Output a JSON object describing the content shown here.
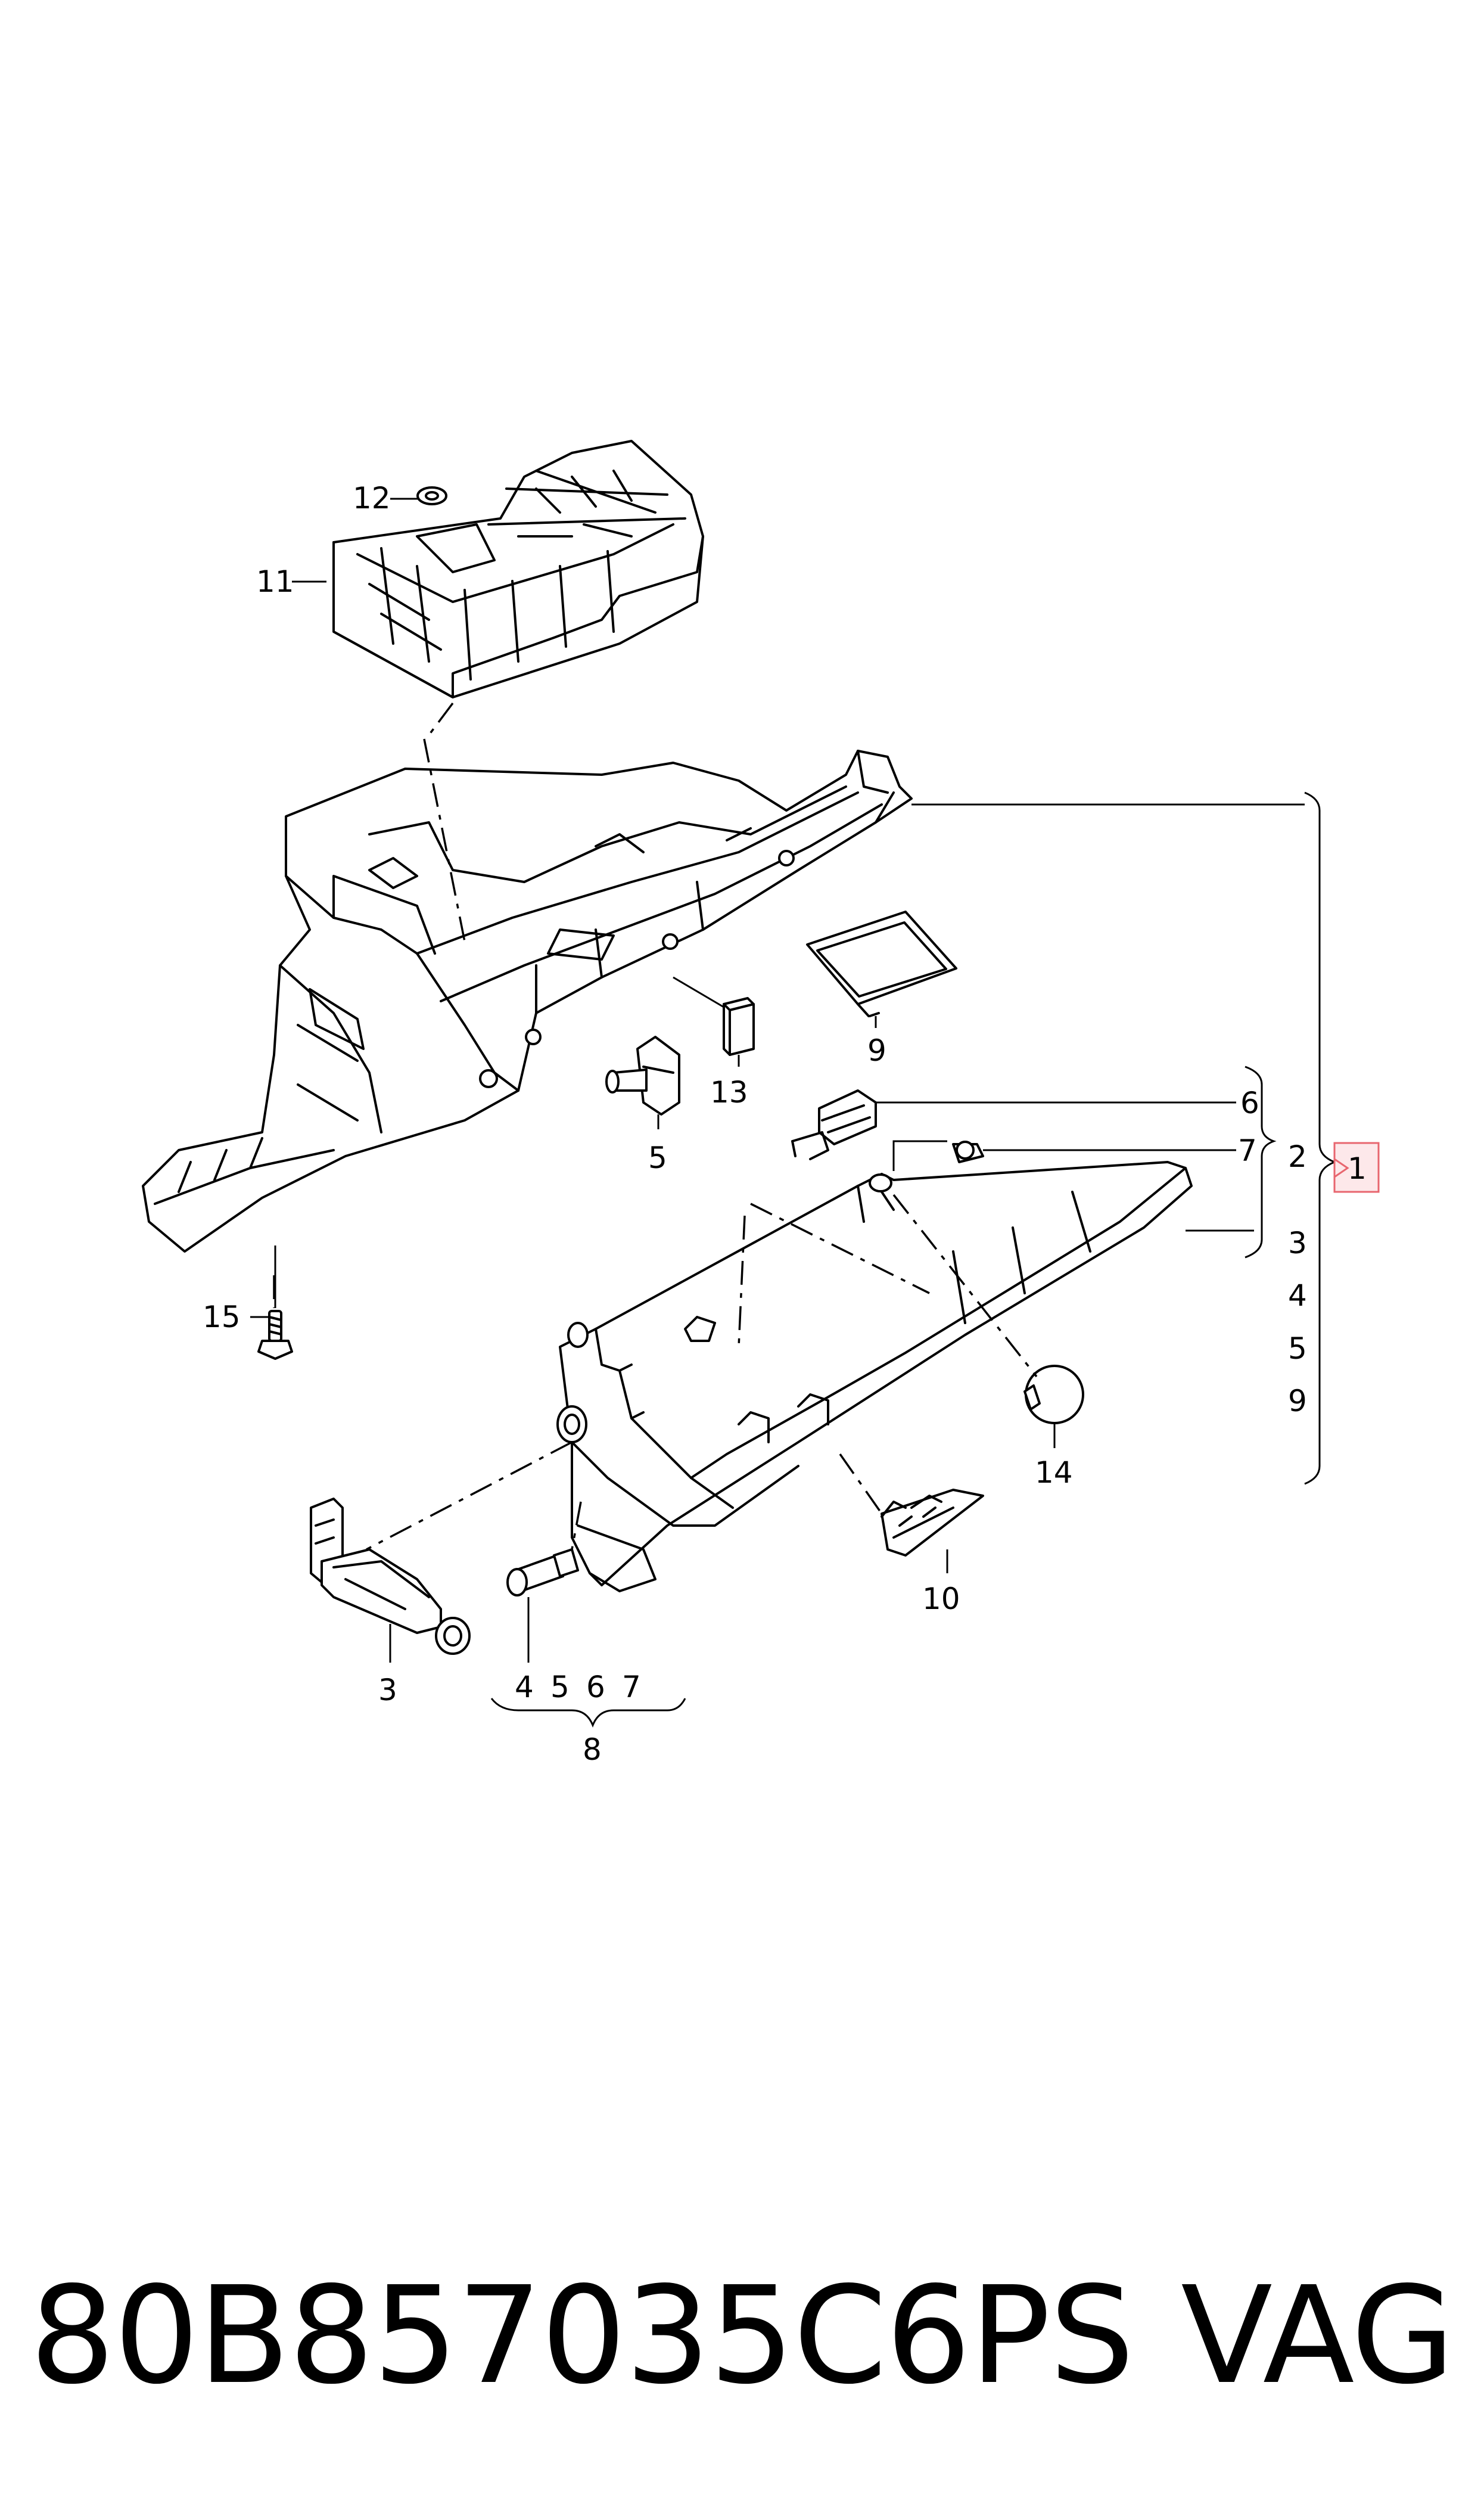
{
  "diagram": {
    "callouts": {
      "c1": "1",
      "c2": "2",
      "c3": "3",
      "c4": "4",
      "c5": "5",
      "c6": "6",
      "c7": "7",
      "c8": "8",
      "c9": "9",
      "c10": "10",
      "c11": "11",
      "c12": "12",
      "c13": "13",
      "c14": "14",
      "c15": "15"
    },
    "group_list": [
      "3",
      "4",
      "5",
      "9"
    ],
    "group_8_items": [
      "4",
      "5",
      "6",
      "7"
    ],
    "highlight_color": "#e8666f"
  },
  "footer": {
    "part_number": "80B857035C6PS",
    "brand": "VAG"
  }
}
